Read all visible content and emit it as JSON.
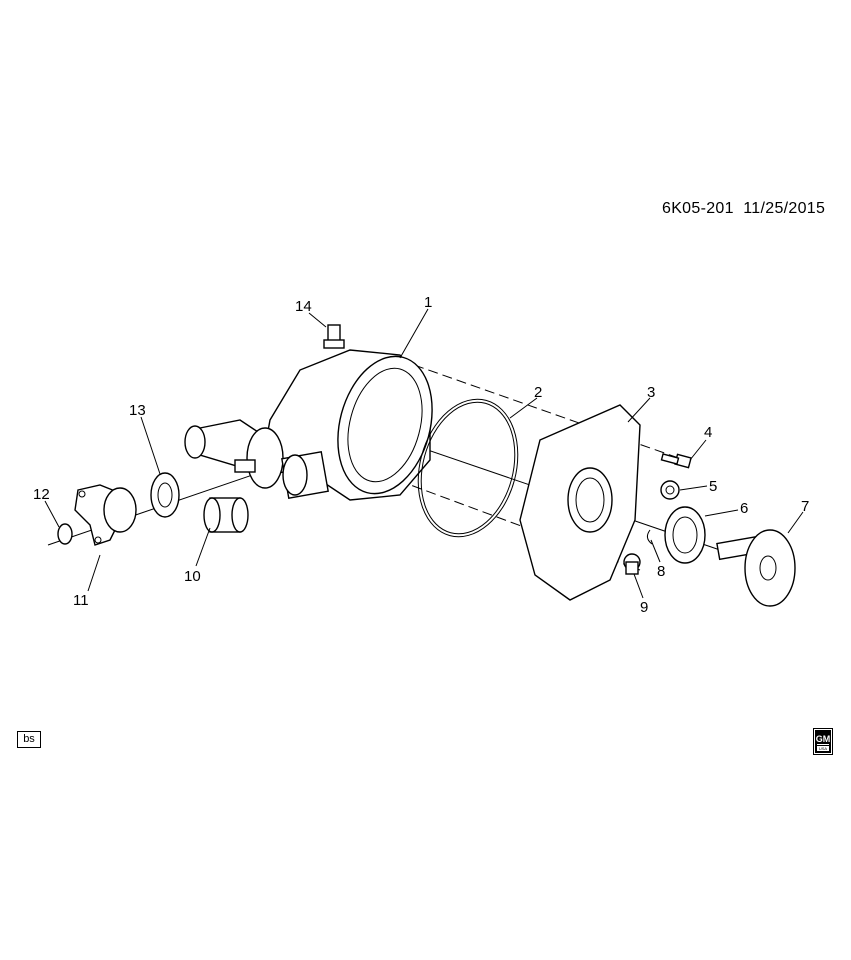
{
  "header": {
    "diagram_code": "6K05-201",
    "date": "11/25/2015"
  },
  "footer": {
    "left_tag": "bs",
    "logo_text": "GM",
    "logo_subtext": "USA"
  },
  "callouts": [
    "1",
    "2",
    "3",
    "4",
    "5",
    "6",
    "7",
    "8",
    "9",
    "10",
    "11",
    "12",
    "13",
    "14"
  ]
}
